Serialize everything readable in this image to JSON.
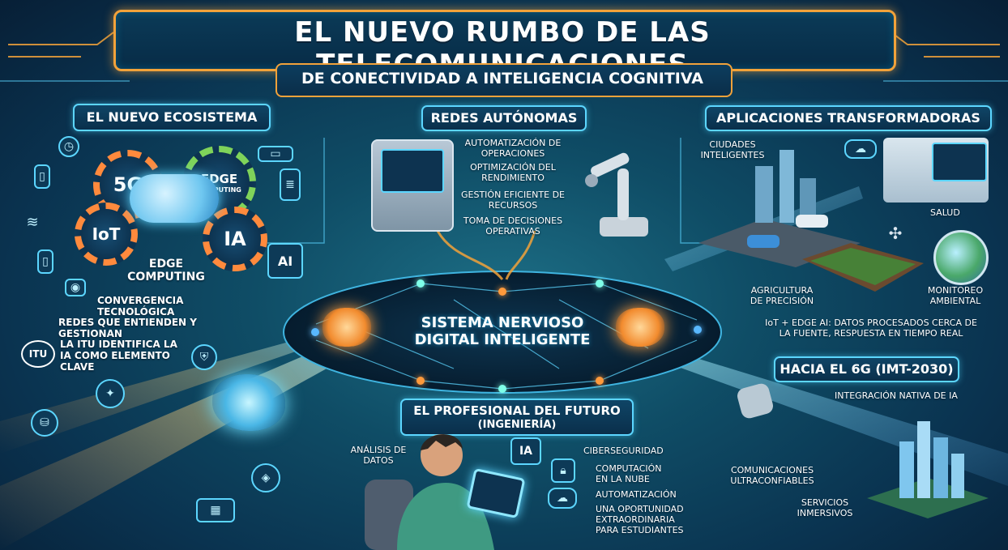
{
  "header": {
    "title": "EL NUEVO RUMBO DE LAS TELECOMUNICACIONES",
    "subtitle": "DE CONECTIVIDAD A INTELIGENCIA COGNITIVA"
  },
  "ecosystem": {
    "heading": "EL NUEVO ECOSISTEMA",
    "gears": [
      "5G",
      "EDGE",
      "COMPUTING",
      "IoT",
      "IA"
    ],
    "cloud_label": "EDGE COMPUTING",
    "ai_chip": "AI",
    "convergence": "CONVERGENCIA TECNOLÓGICA",
    "networks": "REDES QUE ENTIENDEN Y GESTIONAN",
    "itu_logo": "ITU",
    "itu_note": "LA ITU IDENTIFICA LA IA COMO ELEMENTO CLAVE"
  },
  "autonomous": {
    "heading": "REDES AUTÓNOMAS",
    "items": [
      "AUTOMATIZACIÓN DE OPERACIONES",
      "OPTIMIZACIÓN DEL RENDIMIENTO",
      "GESTIÓN EFICIENTE DE RECURSOS",
      "TOMA DE DECISIONES OPERATIVAS"
    ]
  },
  "applications": {
    "heading": "APLICACIONES TRANSFORMADORAS",
    "smart_cities": "CIUDADES INTELIGENTES",
    "health": "SALUD",
    "agriculture": "AGRICULTURA DE PRECISIÓN",
    "monitoring": "MONITOREO AMBIENTAL",
    "iot_edge": "IoT + EDGE AI: DATOS PROCESADOS CERCA DE LA FUENTE, RESPUESTA EN TIEMPO REAL"
  },
  "center": {
    "label": "SISTEMA NERVIOSO DIGITAL INTELIGENTE"
  },
  "sixg": {
    "heading": "HACIA EL 6G (IMT-2030)",
    "items": [
      "INTEGRACIÓN NATIVA DE IA",
      "COMUNICACIONES ULTRACONFIABLES",
      "SERVICIOS INMERSIVOS"
    ]
  },
  "professional": {
    "heading": "EL PROFESIONAL DEL FUTURO",
    "subheading": "(INGENIERÍA)",
    "data_analysis": "ANÁLISIS DE DATOS",
    "ia_icon": "IA",
    "skills": [
      "CIBERSEGURIDAD",
      "COMPUTACIÓN EN LA NUBE",
      "AUTOMATIZACIÓN"
    ],
    "opportunity": "UNA OPORTUNIDAD EXTRAORDINARIA PARA ESTUDIANTES"
  },
  "colors": {
    "accent_orange": "#f2a23a",
    "accent_cyan": "#5cd6ff",
    "background": "#0f4d66"
  }
}
